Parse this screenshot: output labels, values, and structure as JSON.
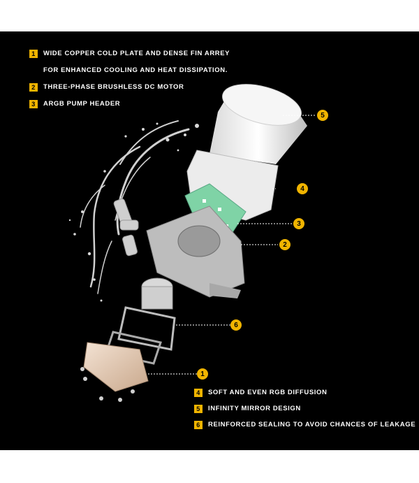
{
  "features_top": [
    {
      "num": "1",
      "lines": [
        "WIDE COPPER COLD PLATE AND DENSE FIN ARREY",
        "FOR ENHANCED COOLING AND HEAT DISSIPATION."
      ]
    },
    {
      "num": "2",
      "lines": [
        "THREE-PHASE BRUSHLESS DC MOTOR"
      ]
    },
    {
      "num": "3",
      "lines": [
        "ARGB PUMP HEADER"
      ]
    }
  ],
  "features_bottom": [
    {
      "num": "4",
      "lines": [
        "SOFT AND EVEN RGB DIFFUSION"
      ]
    },
    {
      "num": "5",
      "lines": [
        "INFINITY MIRROR DESIGN"
      ]
    },
    {
      "num": "6",
      "lines": [
        "REINFORCED SEALING TO AVOID CHANCES OF LEAKAGE"
      ]
    }
  ],
  "callouts": [
    "5",
    "4",
    "3",
    "2",
    "6",
    "1"
  ],
  "colors": {
    "background": "#000000",
    "badge": "#f0b400",
    "pcb": "#7fd3a6"
  }
}
